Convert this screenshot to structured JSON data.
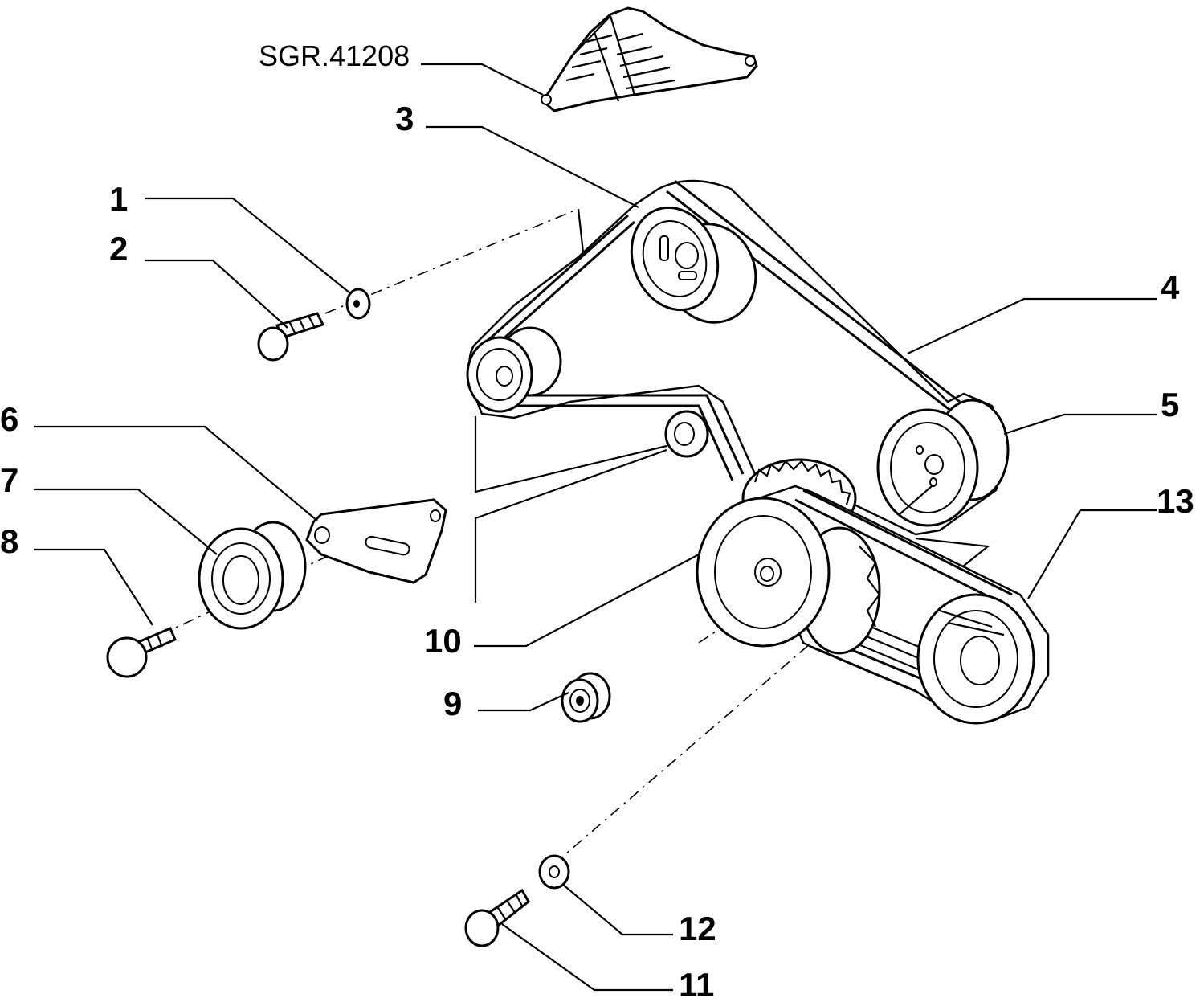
{
  "reference_code": "SGR.41208",
  "callouts": {
    "c1": "1",
    "c2": "2",
    "c3": "3",
    "c4": "4",
    "c5": "5",
    "c6": "6",
    "c7": "7",
    "c8": "8",
    "c9": "9",
    "c10": "10",
    "c11": "11",
    "c12": "12",
    "c13": "13"
  }
}
